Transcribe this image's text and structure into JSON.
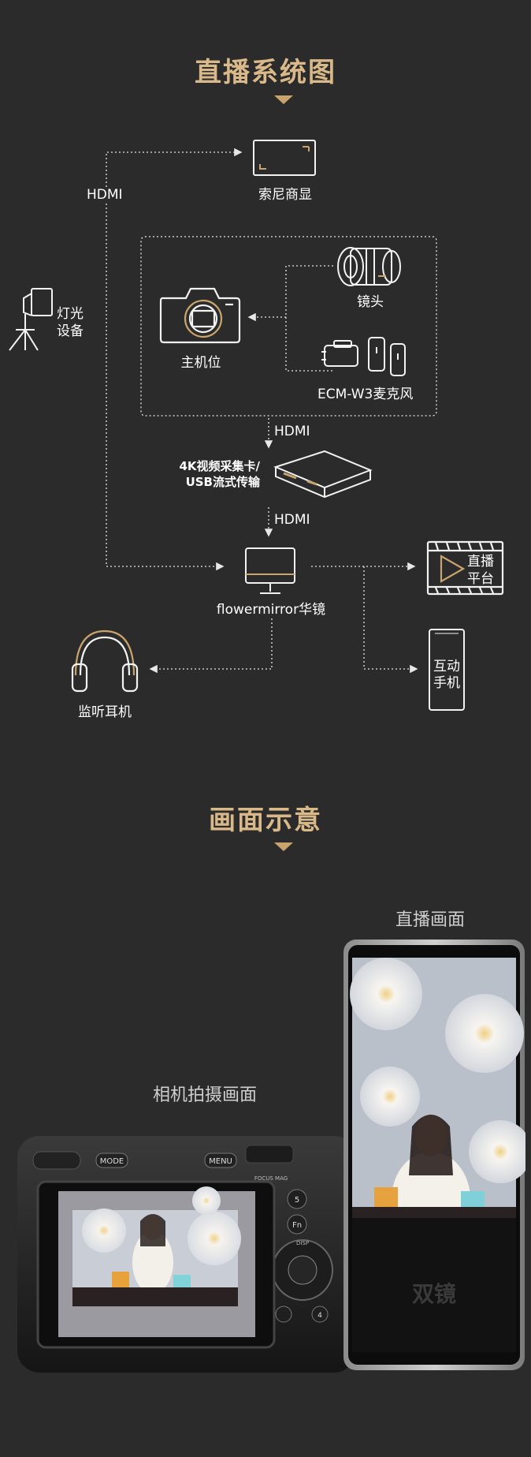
{
  "sections": {
    "system_title": "直播系统图",
    "preview_title": "画面示意"
  },
  "diagram": {
    "hdmi_top": "HDMI",
    "hdmi_mid": "HDMI",
    "hdmi_low": "HDMI",
    "monitor": "索尼商显",
    "lighting_line1": "灯光",
    "lighting_line2": "设备",
    "lens": "镜头",
    "camera": "主机位",
    "mic": "ECM-W3麦克风",
    "capture_line1": "4K视频采集卡/",
    "capture_line2": "USB流式传输",
    "flowermirror": "flowermirror华镜",
    "live_platform_line1": "直播",
    "live_platform_line2": "平台",
    "phone_line1": "互动",
    "phone_line2": "手机",
    "headphones": "监听耳机"
  },
  "preview": {
    "live_label": "直播画面",
    "camera_label": "相机拍摄画面",
    "camera_buttons": {
      "mode": "MODE",
      "menu": "MENU",
      "fn": "Fn",
      "five": "5",
      "four": "4",
      "focus": "FOCUS MAG",
      "disp": "DISP"
    },
    "phone_logo": "双镜"
  },
  "colors": {
    "background": "#2b2b2b",
    "accent_gold": "#d9b98a",
    "line": "#e8e8e8"
  }
}
